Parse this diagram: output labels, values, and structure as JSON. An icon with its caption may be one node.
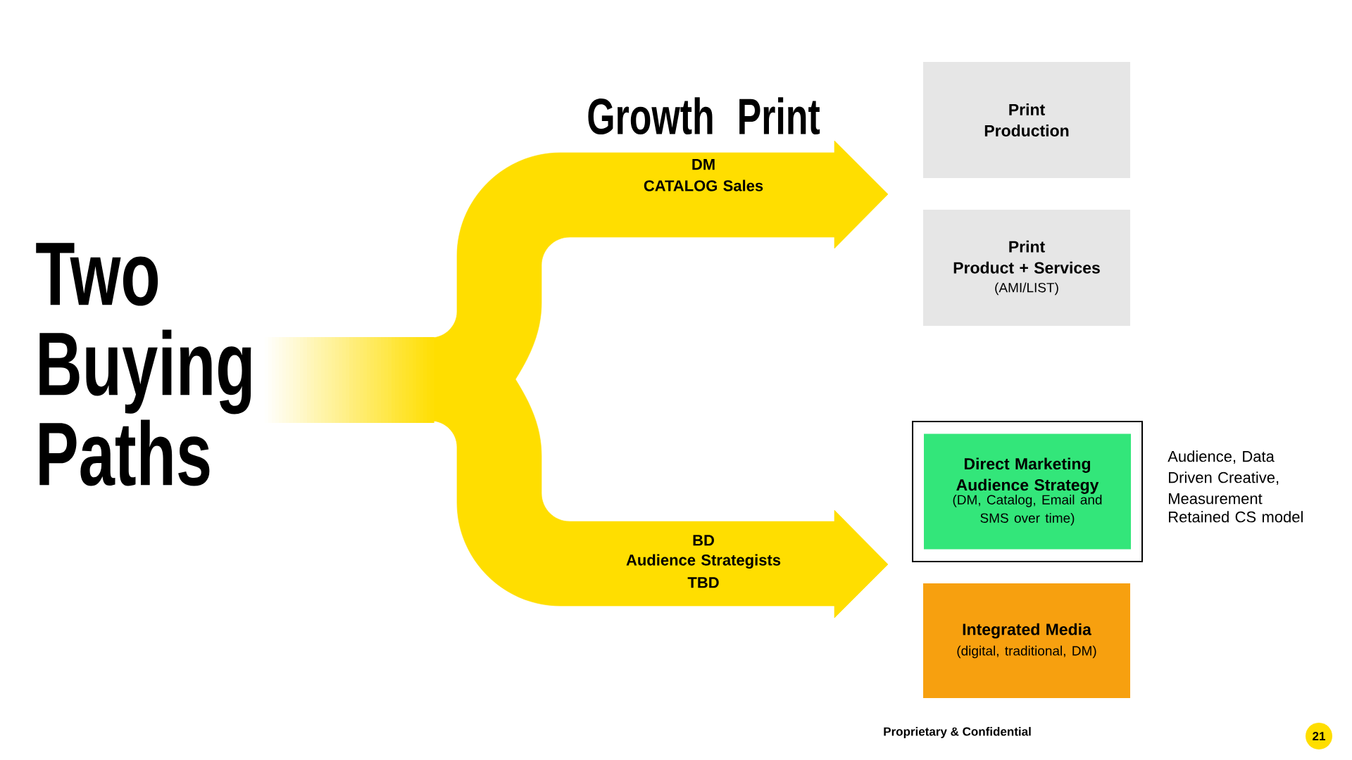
{
  "diagram": {
    "title": "Two Buying Paths",
    "nodes": [
      {
        "text": [
          "Growth Print",
          "DM",
          "CATALOG Sales"
        ]
      },
      {
        "text": [
          "BD",
          "Audience Strategists",
          "TBD"
        ]
      },
      {
        "text": [
          "Print Production"
        ]
      },
      {
        "text": [
          "Print",
          "Product + Services",
          "(AMI/LIST)"
        ]
      },
      {
        "text": [],
        "shape": "box",
        "beside": [
          "Audience, Data Driven Creative, Measurement",
          "Retained CS model"
        ]
      },
      {
        "text": [
          "Direct Marketing Audience Strategy",
          "(DM, Catalog, Email and SMS over time)"
        ],
        "in": 4
      },
      {
        "text": [
          "Integrated Media",
          "(digital, traditional, DM)"
        ]
      }
    ],
    "labels": [
      "Proprietary & Confidential",
      "21"
    ]
  }
}
